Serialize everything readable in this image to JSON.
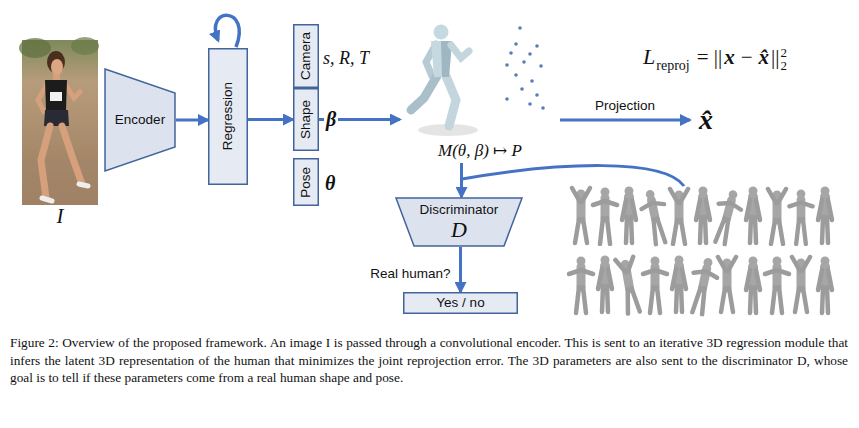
{
  "diagram": {
    "caption": "Figure 2: Overview of the proposed framework. An image I is passed through a convolutional encoder. This is sent to an iterative 3D regression module that infers the latent 3D representation of the human that minimizes the joint reprojection error. The 3D parameters are also sent to the discriminator D, whose goal is to tell if these parameters come from a real human shape and pose.",
    "nodes": [
      {
        "text": [
          "I"
        ]
      },
      {
        "text": [
          "Encoder"
        ]
      },
      {
        "text": [
          "Regression"
        ]
      },
      {
        "text": [
          "Camera"
        ]
      },
      {
        "text": [
          "Shape"
        ]
      },
      {
        "text": [
          "Pose"
        ]
      },
      {
        "text": [
          "M(θ, β) ↦ P"
        ]
      },
      {
        "text": [
          "x̂"
        ]
      },
      {
        "text": [
          "Discriminator",
          "D"
        ]
      },
      {
        "text": [
          "Yes / no"
        ]
      }
    ],
    "edges": [
      {
        "from": 1,
        "to": 2,
        "arrow": "to"
      },
      {
        "from": 2,
        "to": 4,
        "arrow": "to"
      },
      {
        "from": 4,
        "to": 6,
        "arrow": "to"
      },
      {
        "from": 6,
        "to": 7,
        "label": "Projection",
        "arrow": "to"
      },
      {
        "from": 6,
        "to": 8,
        "arrow": "to"
      },
      {
        "from": 8,
        "to": 9,
        "label": "Real human?",
        "arrow": "to"
      }
    ],
    "labels": [
      "s, R, T",
      "β",
      "θ",
      "L",
      "reproj",
      "= ||",
      "x",
      "−",
      "x̂",
      "||",
      "2",
      "2"
    ]
  }
}
